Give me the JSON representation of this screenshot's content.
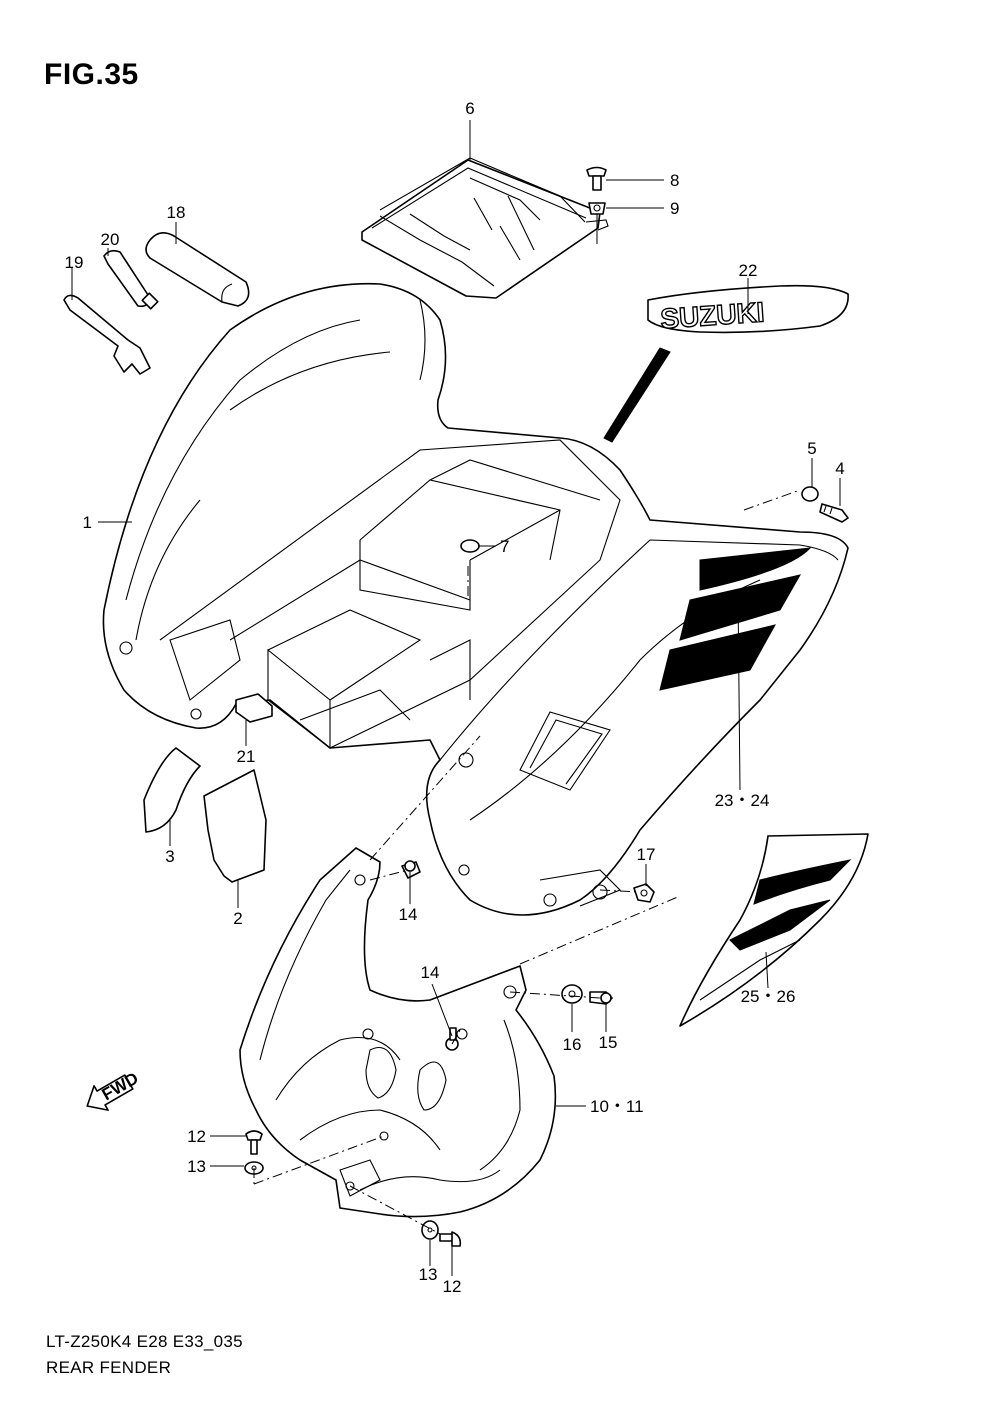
{
  "figure": {
    "title": "FIG.35",
    "model_code": "LT-Z250K4 E28 E33_035",
    "assembly_name": "REAR FENDER"
  },
  "decal_text": "SUZUKI",
  "fwd_arrow_text": "FWD",
  "callouts": {
    "c1": "1",
    "c2": "2",
    "c3": "3",
    "c4": "4",
    "c5": "5",
    "c6": "6",
    "c7": "7",
    "c8": "8",
    "c9": "9",
    "c10_11": "10・11",
    "c12a": "12",
    "c12b": "12",
    "c13a": "13",
    "c13b": "13",
    "c14a": "14",
    "c14b": "14",
    "c15": "15",
    "c16": "16",
    "c17": "17",
    "c18": "18",
    "c19": "19",
    "c20": "20",
    "c21": "21",
    "c22": "22",
    "c23_24": "23・24",
    "c25_26": "25・26"
  }
}
